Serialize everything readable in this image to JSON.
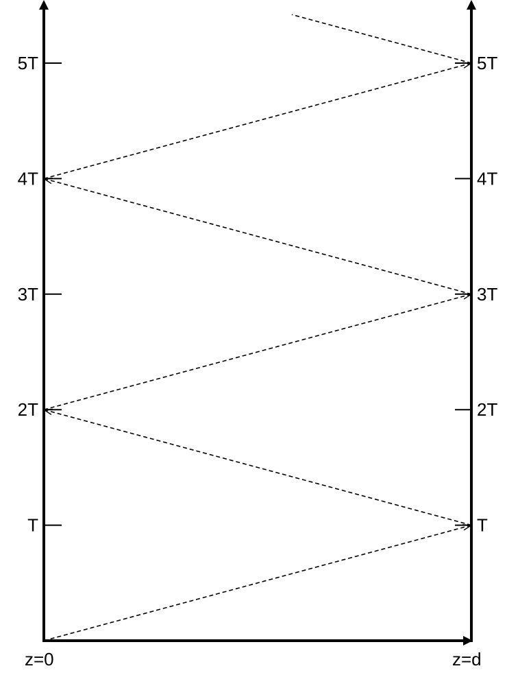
{
  "diagram": {
    "left_axis_label": "z=0",
    "right_axis_label": "z=d",
    "time_ticks": [
      {
        "t": 1,
        "left_label": "T",
        "right_label": "T"
      },
      {
        "t": 2,
        "left_label": "2T",
        "right_label": "2T"
      },
      {
        "t": 3,
        "left_label": "3T",
        "right_label": "3T"
      },
      {
        "t": 4,
        "left_label": "4T",
        "right_label": "4T"
      },
      {
        "t": 5,
        "left_label": "5T",
        "right_label": "5T"
      }
    ],
    "bounce_path": [
      {
        "z": 0,
        "t": 0
      },
      {
        "z": 1,
        "t": 1
      },
      {
        "z": 0,
        "t": 2
      },
      {
        "z": 1,
        "t": 3
      },
      {
        "z": 0,
        "t": 4
      },
      {
        "z": 1,
        "t": 5
      },
      {
        "z": 0.58,
        "t": 5.42
      }
    ],
    "line_style": "dashed",
    "color": "#000000"
  }
}
